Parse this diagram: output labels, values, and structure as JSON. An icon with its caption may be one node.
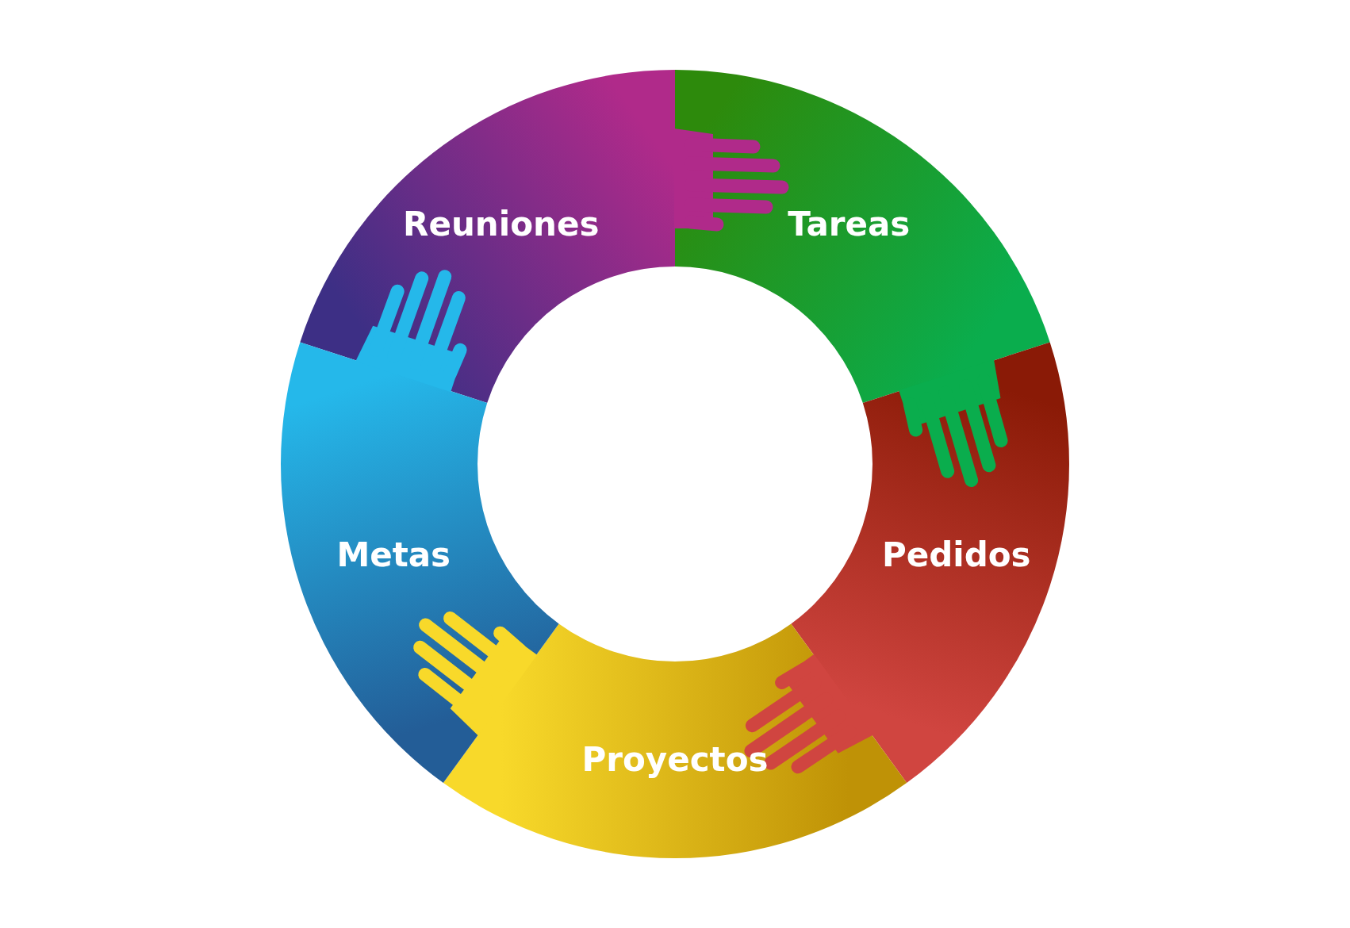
{
  "diagram": {
    "nodes": [
      {
        "text": [
          "Reuniones"
        ]
      },
      {
        "text": [
          "Tareas"
        ]
      },
      {
        "text": [
          "Pedidos"
        ]
      },
      {
        "text": [
          "Proyectos"
        ]
      },
      {
        "text": [
          "Metas"
        ]
      }
    ]
  }
}
